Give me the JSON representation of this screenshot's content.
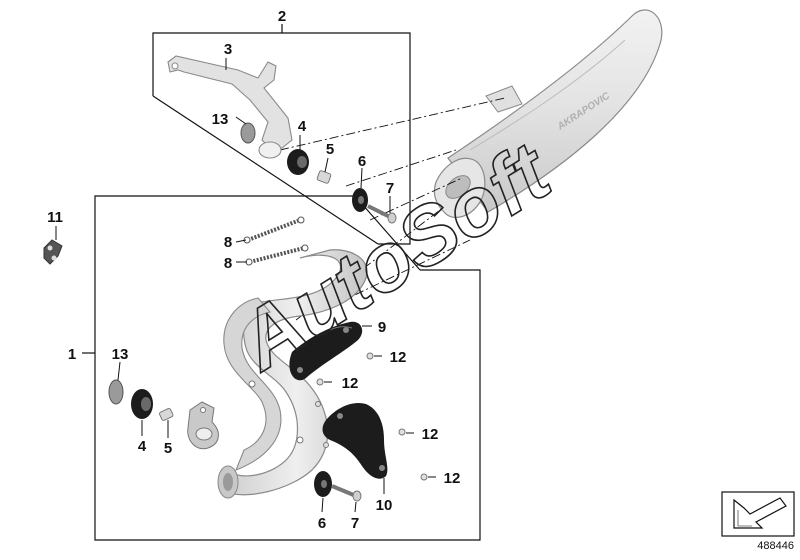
{
  "callouts": {
    "c1": "1",
    "c2": "2",
    "c3": "3",
    "c4a": "4",
    "c4b": "4",
    "c5a": "5",
    "c5b": "5",
    "c6a": "6",
    "c6b": "6",
    "c7a": "7",
    "c7b": "7",
    "c8a": "8",
    "c8b": "8",
    "c9": "9",
    "c10": "10",
    "c11": "11",
    "c12a": "12",
    "c12b": "12",
    "c12c": "12",
    "c12d": "12",
    "c13a": "13",
    "c13b": "13"
  },
  "muffler_logo": "AKRAPOVIC",
  "watermark": "AutoSoft",
  "reference_number": "488446",
  "colors": {
    "part_fill": "#e2e2e2",
    "part_stroke": "#8a8a8a",
    "dark_part": "#1c1c1c",
    "line": "#111111"
  },
  "icons": {
    "corner": "arrow-down-left-icon"
  }
}
